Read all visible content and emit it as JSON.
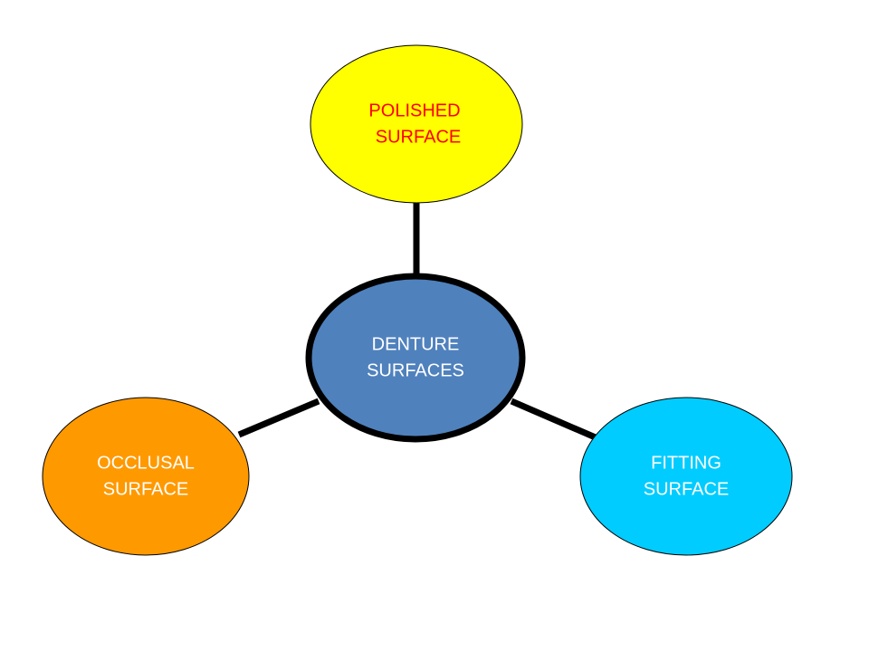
{
  "diagram": {
    "center": {
      "lines": [
        "DENTURE",
        "SURFACES"
      ],
      "fill": "#4f81bd",
      "text_color": "#ffffff"
    },
    "top": {
      "lines": [
        "POLISHED",
        "SURFACE"
      ],
      "fill": "#ffff00",
      "text_color": "#ff0000"
    },
    "left": {
      "lines": [
        "OCCLUSAL",
        "SURFACE"
      ],
      "fill": "#ff9900",
      "text_color": "#ffffff"
    },
    "right": {
      "lines": [
        "FITTING",
        "SURFACE"
      ],
      "fill": "#00ccff",
      "text_color": "#ffffff"
    },
    "connector_color": "#000000"
  }
}
